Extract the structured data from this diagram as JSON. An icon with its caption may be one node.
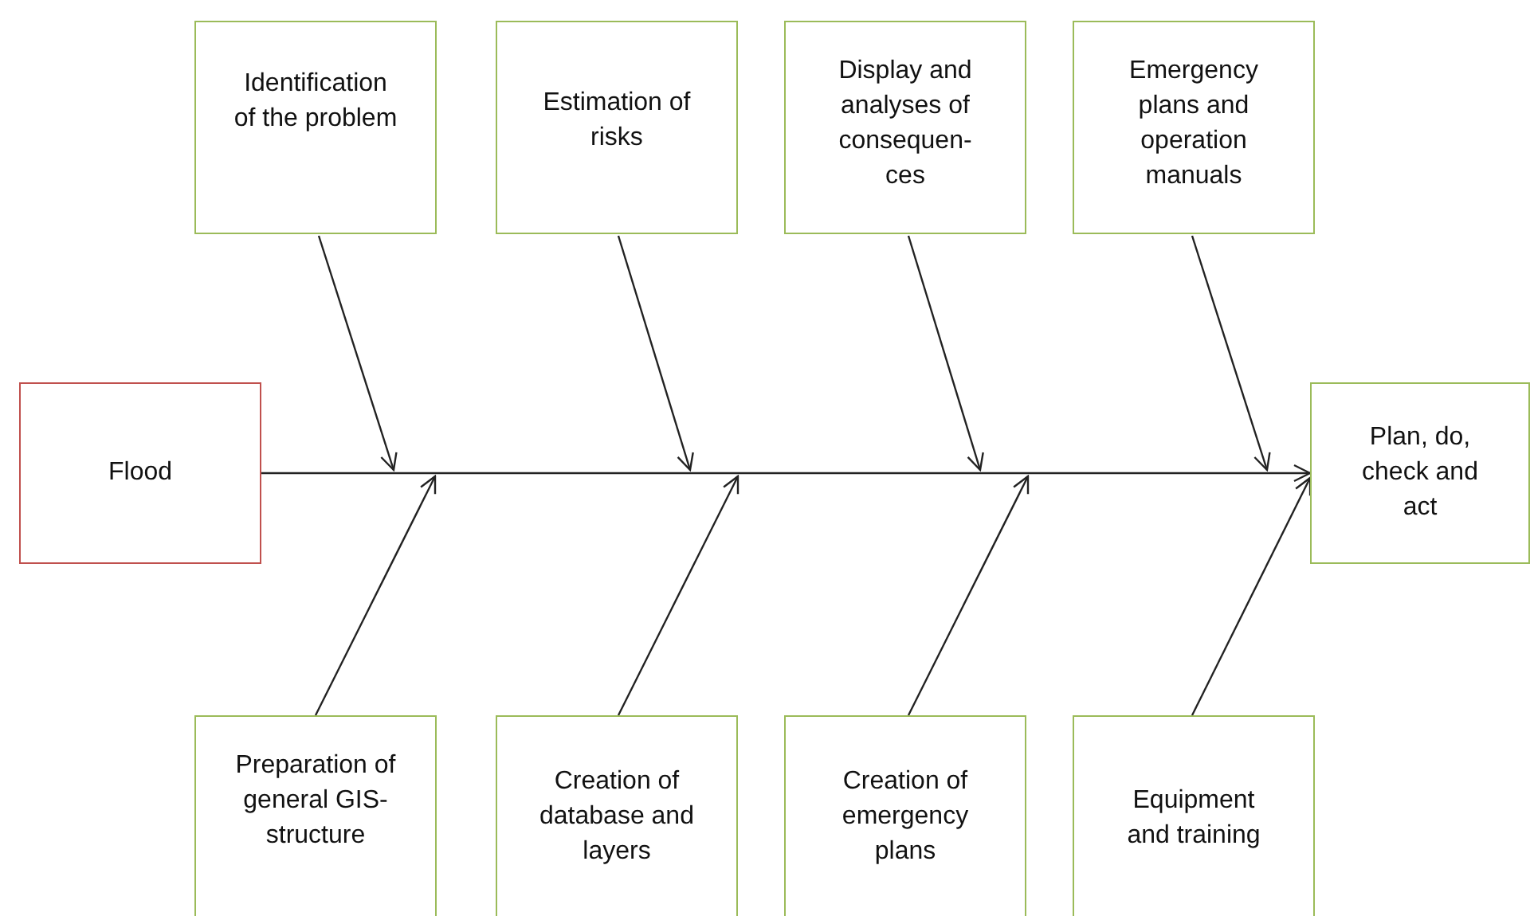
{
  "diagram": {
    "nodes": [
      {
        "text": [
          "Identification of the problem"
        ]
      },
      {
        "text": [
          "Estimation of risks"
        ]
      },
      {
        "text": [
          "Display and analyses of consequen- ces"
        ]
      },
      {
        "text": [
          "Emergency plans and operation manuals"
        ]
      },
      {
        "text": [
          "Flood"
        ]
      },
      {
        "text": [
          "Plan, do, check and act"
        ]
      },
      {
        "text": [
          "Preparation of general GIS- structure"
        ]
      },
      {
        "text": [
          "Creation of database and layers"
        ]
      },
      {
        "text": [
          "Creation of emergency plans"
        ]
      },
      {
        "text": [
          "Equipment and training"
        ]
      }
    ],
    "edges": [
      {
        "from": 4,
        "to": 5,
        "arrow": "to"
      },
      {
        "from": 0,
        "to": null,
        "arrow": "to"
      },
      {
        "from": 1,
        "to": null,
        "arrow": "to"
      },
      {
        "from": 2,
        "to": null,
        "arrow": "to"
      },
      {
        "from": 3,
        "to": null,
        "arrow": "to"
      },
      {
        "from": 6,
        "to": null,
        "arrow": "to"
      },
      {
        "from": 7,
        "to": null,
        "arrow": "to"
      },
      {
        "from": 8,
        "to": null,
        "arrow": "to"
      },
      {
        "from": 9,
        "to": 5,
        "arrow": "to"
      }
    ]
  }
}
